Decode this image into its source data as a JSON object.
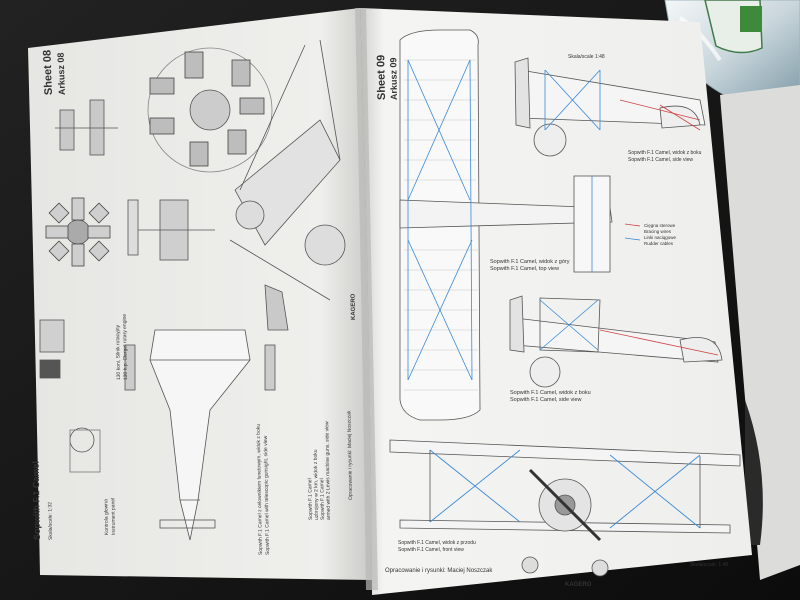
{
  "left_page": {
    "sheet_title": "Sheet 08",
    "sheet_subtitle": "Arkusz 08",
    "aircraft_name": "Sopwith F.1 Camel",
    "scale_label": "Skala/scale: 1:32",
    "instrument_labels": [
      "Kontrola głowna",
      "Instrument panel"
    ],
    "engine_caption": [
      "130 koni, Silnik rotacyjny",
      "130 h.p. Clerget rotary engine"
    ],
    "caption_1": [
      "Sopwith F.1 Camel z celownikiem lunetowym, widok z boku",
      "Sopwith F.1 Camel with telescopic gunsight, side view"
    ],
    "caption_2": [
      "Sopwith F.1 Camel",
      "uzbrojony w 2 km, widok z boku",
      "Sopwith F.1 Camel",
      "armed with 2 Lewis machine guns, side view"
    ],
    "credit": "Opracowanie i rysunki: Maciej Noszczak",
    "publisher": "KAGERO"
  },
  "right_page": {
    "sheet_title": "Sheet 09",
    "sheet_subtitle": "Arkusz 09",
    "scale_label": "Skala/scale 1:48",
    "top_view_caption": [
      "Sopwith F.1 Camel, widok z góry",
      "Sopwith F.1 Camel, top view"
    ],
    "side_view_caption_1": [
      "Sopwith F.1 Camel, widok z boku",
      "Sopwith F.1 Camel, side view"
    ],
    "side_view_caption_2": [
      "Sopwith F.1 Camel, widok z boku",
      "Sopwith F.1 Camel, side view"
    ],
    "front_view_caption": [
      "Sopwith F.1 Camel, widok z przodu",
      "Sopwith F.1 Camel, front view"
    ],
    "legend": [
      "Cięgna sterowe",
      "Bracing wires",
      "Linki naciągowe",
      "Rudder cables"
    ],
    "credit": "Opracowanie i rysunki: Maciej Noszczak",
    "publisher": "KAGERO",
    "footer_scale": "Skala/scale: 1:48"
  },
  "colors": {
    "paper": "#f2f2f0",
    "line": "#444444",
    "blue_wire": "#3a8ad8",
    "red_wire": "#d04040",
    "background": "#151515"
  }
}
